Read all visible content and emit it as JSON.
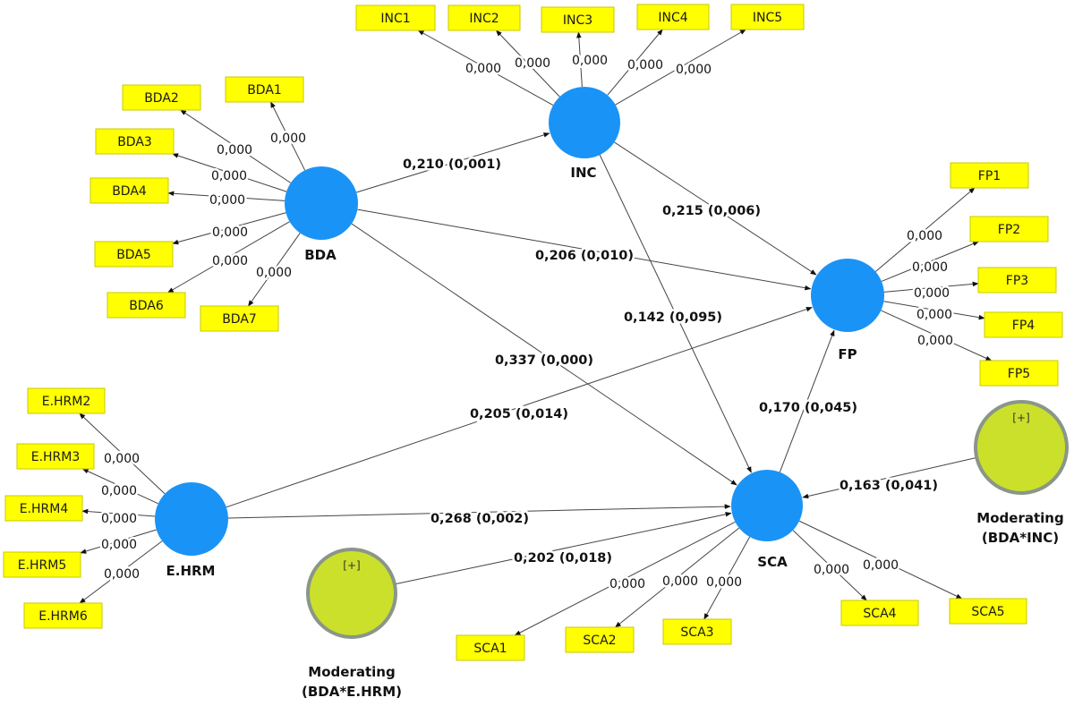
{
  "diagram": {
    "type": "PLS-SEM structural model (path coefficients with p-values)",
    "colors": {
      "construct_fill": "#1a93f7",
      "moderator_fill": "#cbe02b",
      "moderator_stroke": "#8a9688",
      "indicator_fill": "#ffff00",
      "indicator_stroke": "#c8c800",
      "line": "#444444"
    },
    "constructs": [
      {
        "id": "INC",
        "label": "INC",
        "kind": "latent"
      },
      {
        "id": "BDA",
        "label": "BDA",
        "kind": "latent"
      },
      {
        "id": "FP",
        "label": "FP",
        "kind": "latent"
      },
      {
        "id": "SCA",
        "label": "SCA",
        "kind": "latent"
      },
      {
        "id": "EHRM",
        "label": "E.HRM",
        "kind": "latent"
      },
      {
        "id": "MOD_EHRM",
        "label_line1": "Moderating",
        "label_line2": "(BDA*E.HRM)",
        "kind": "moderator",
        "expand_marker": "[+]"
      },
      {
        "id": "MOD_INC",
        "label_line1": "Moderating",
        "label_line2": "(BDA*INC)",
        "kind": "moderator",
        "expand_marker": "[+]"
      }
    ],
    "indicators": [
      {
        "id": "INC1",
        "construct": "INC",
        "loading_p": "0,000"
      },
      {
        "id": "INC2",
        "construct": "INC",
        "loading_p": "0,000"
      },
      {
        "id": "INC3",
        "construct": "INC",
        "loading_p": "0,000"
      },
      {
        "id": "INC4",
        "construct": "INC",
        "loading_p": "0,000"
      },
      {
        "id": "INC5",
        "construct": "INC",
        "loading_p": "0,000"
      },
      {
        "id": "BDA1",
        "construct": "BDA",
        "loading_p": "0,000"
      },
      {
        "id": "BDA2",
        "construct": "BDA",
        "loading_p": "0,000"
      },
      {
        "id": "BDA3",
        "construct": "BDA",
        "loading_p": "0,000"
      },
      {
        "id": "BDA4",
        "construct": "BDA",
        "loading_p": "0,000"
      },
      {
        "id": "BDA5",
        "construct": "BDA",
        "loading_p": "0,000"
      },
      {
        "id": "BDA6",
        "construct": "BDA",
        "loading_p": "0,000"
      },
      {
        "id": "BDA7",
        "construct": "BDA",
        "loading_p": "0,000"
      },
      {
        "id": "FP1",
        "construct": "FP",
        "loading_p": "0,000"
      },
      {
        "id": "FP2",
        "construct": "FP",
        "loading_p": "0,000"
      },
      {
        "id": "FP3",
        "construct": "FP",
        "loading_p": "0,000"
      },
      {
        "id": "FP4",
        "construct": "FP",
        "loading_p": "0,000"
      },
      {
        "id": "FP5",
        "construct": "FP",
        "loading_p": "0,000"
      },
      {
        "id": "E.HRM2",
        "construct": "EHRM",
        "loading_p": "0,000"
      },
      {
        "id": "E.HRM3",
        "construct": "EHRM",
        "loading_p": "0,000"
      },
      {
        "id": "E.HRM4",
        "construct": "EHRM",
        "loading_p": "0,000"
      },
      {
        "id": "E.HRM5",
        "construct": "EHRM",
        "loading_p": "0,000"
      },
      {
        "id": "E.HRM6",
        "construct": "EHRM",
        "loading_p": "0,000"
      },
      {
        "id": "SCA1",
        "construct": "SCA",
        "loading_p": "0,000"
      },
      {
        "id": "SCA2",
        "construct": "SCA",
        "loading_p": "0,000"
      },
      {
        "id": "SCA3",
        "construct": "SCA",
        "loading_p": "0,000"
      },
      {
        "id": "SCA4",
        "construct": "SCA",
        "loading_p": "0,000"
      },
      {
        "id": "SCA5",
        "construct": "SCA",
        "loading_p": "0,000"
      }
    ],
    "paths": [
      {
        "from": "BDA",
        "to": "INC",
        "label": "0,210 (0,001)",
        "coefficient": 0.21,
        "p_value": 0.001
      },
      {
        "from": "INC",
        "to": "FP",
        "label": "0,215 (0,006)",
        "coefficient": 0.215,
        "p_value": 0.006
      },
      {
        "from": "BDA",
        "to": "FP",
        "label": "0,206 (0,010)",
        "coefficient": 0.206,
        "p_value": 0.01
      },
      {
        "from": "INC",
        "to": "SCA",
        "label": "0,142 (0,095)",
        "coefficient": 0.142,
        "p_value": 0.095
      },
      {
        "from": "BDA",
        "to": "SCA",
        "label": "0,337 (0,000)",
        "coefficient": 0.337,
        "p_value": 0.0
      },
      {
        "from": "EHRM",
        "to": "FP",
        "label": "0,205 (0,014)",
        "coefficient": 0.205,
        "p_value": 0.014
      },
      {
        "from": "SCA",
        "to": "FP",
        "label": "0,170 (0,045)",
        "coefficient": 0.17,
        "p_value": 0.045
      },
      {
        "from": "MOD_INC",
        "to": "SCA",
        "label": "0,163 (0,041)",
        "coefficient": 0.163,
        "p_value": 0.041
      },
      {
        "from": "EHRM",
        "to": "SCA",
        "label": "0,268 (0,002)",
        "coefficient": 0.268,
        "p_value": 0.002
      },
      {
        "from": "MOD_EHRM",
        "to": "SCA",
        "label": "0,202 (0,018)",
        "coefficient": 0.202,
        "p_value": 0.018
      }
    ]
  }
}
